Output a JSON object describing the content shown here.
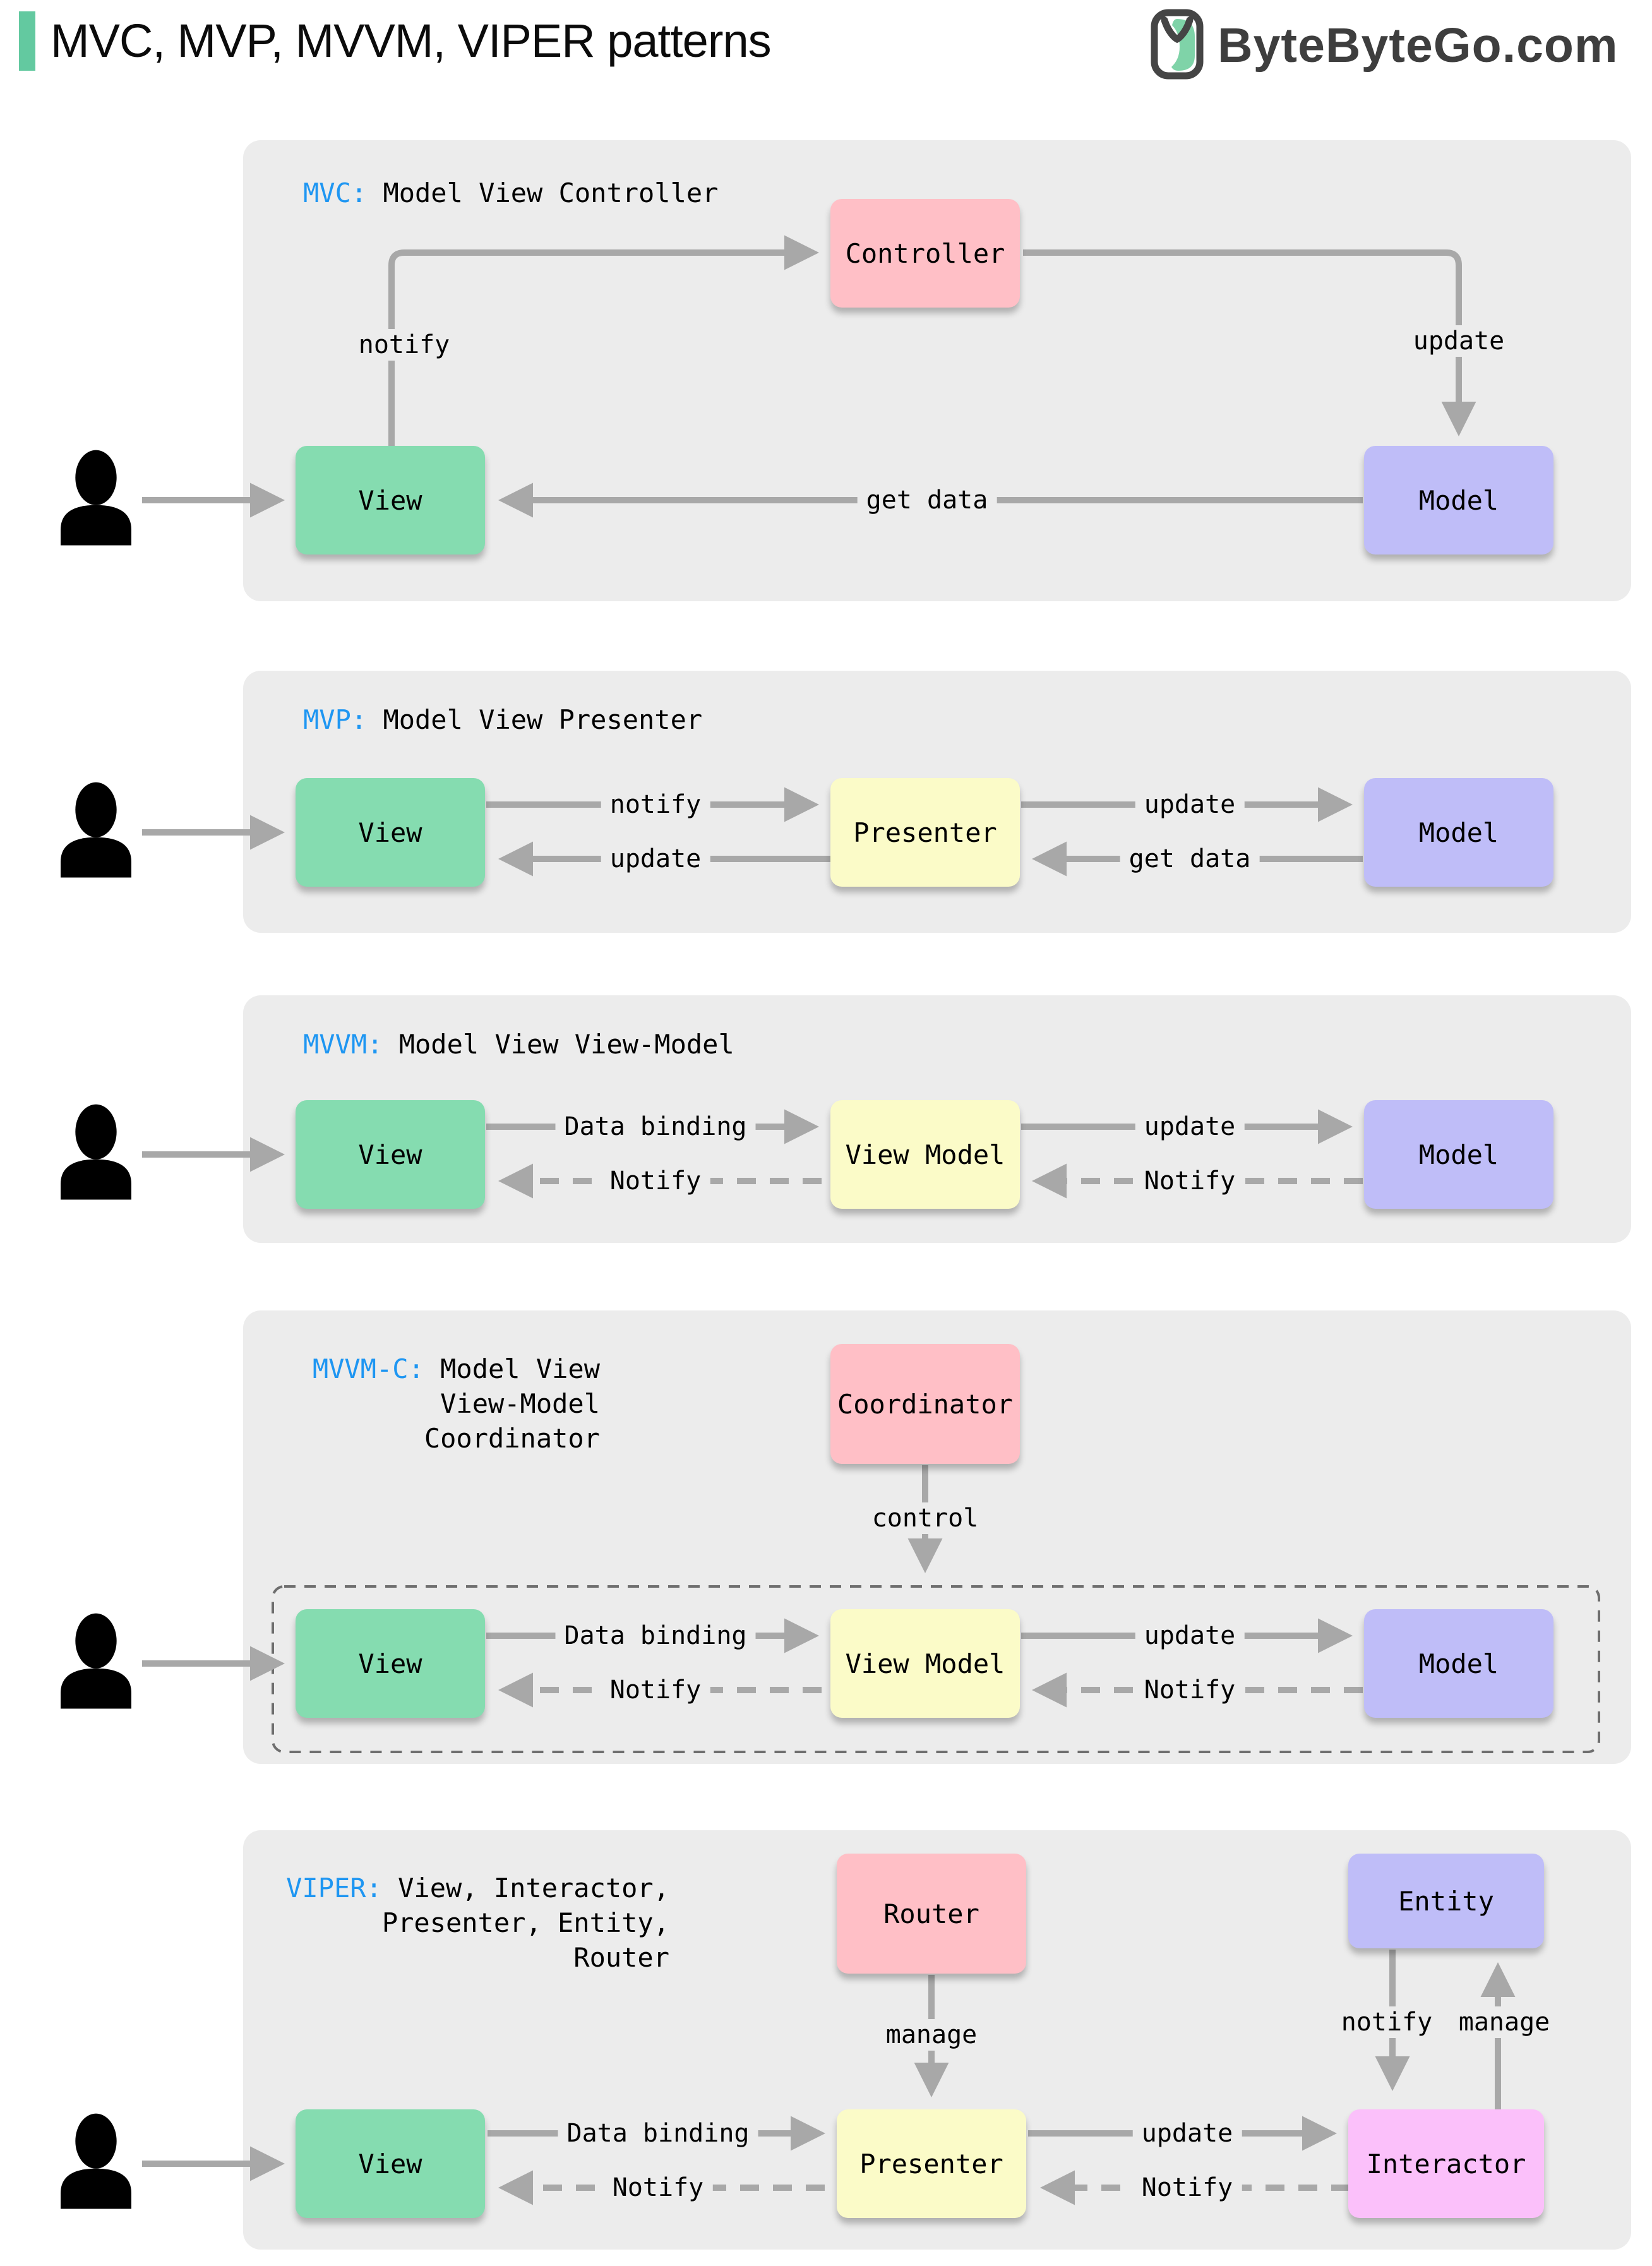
{
  "header": {
    "title": "MVC, MVP, MVVM, VIPER patterns",
    "brand": "ByteByteGo.com"
  },
  "colors": {
    "accent_bar": "#63C9A0",
    "panel_bg": "#ECECEC",
    "arrow_gray": "#A8A8A8",
    "label_blue": "#1E96F2",
    "box_green": "#85DCB0",
    "box_pink": "#FFBFC6",
    "box_purple": "#BFBDF8",
    "box_yellow": "#FBFBC8",
    "box_magenta": "#FBC0FA",
    "brand_text": "#3E3E3E"
  },
  "panels": {
    "mvc": {
      "title_prefix": "MVC:",
      "title": " Model View Controller",
      "boxes": {
        "controller": "Controller",
        "view": "View",
        "model": "Model"
      },
      "arrows": {
        "notify": "notify",
        "update": "update",
        "get_data": "get data"
      }
    },
    "mvp": {
      "title_prefix": "MVP:",
      "title": " Model View Presenter",
      "boxes": {
        "view": "View",
        "presenter": "Presenter",
        "model": "Model"
      },
      "arrows": {
        "notify": "notify",
        "update_top": "update",
        "update_bottom": "update",
        "get_data": "get data"
      }
    },
    "mvvm": {
      "title_prefix": "MVVM:",
      "title": " Model View View-Model",
      "boxes": {
        "view": "View",
        "view_model": "View Model",
        "model": "Model"
      },
      "arrows": {
        "data_binding": "Data binding",
        "update": "update",
        "notify_left": "Notify",
        "notify_right": "Notify"
      }
    },
    "mvvmc": {
      "title_prefix": "MVVM-C:",
      "title_line1": " Model View",
      "title_line2": "View-Model",
      "title_line3": "Coordinator",
      "boxes": {
        "coordinator": "Coordinator",
        "view": "View",
        "view_model": "View Model",
        "model": "Model"
      },
      "arrows": {
        "control": "control",
        "data_binding": "Data binding",
        "update": "update",
        "notify_left": "Notify",
        "notify_right": "Notify"
      }
    },
    "viper": {
      "title_prefix": "VIPER:",
      "title_line1": " View, Interactor,",
      "title_line2": "Presenter, Entity,",
      "title_line3": "Router",
      "boxes": {
        "router": "Router",
        "entity": "Entity",
        "view": "View",
        "presenter": "Presenter",
        "interactor": "Interactor"
      },
      "arrows": {
        "manage_router": "manage",
        "notify_entity": "notify",
        "manage_entity": "manage",
        "data_binding": "Data binding",
        "update": "update",
        "notify_left": "Notify",
        "notify_right": "Notify"
      }
    }
  }
}
